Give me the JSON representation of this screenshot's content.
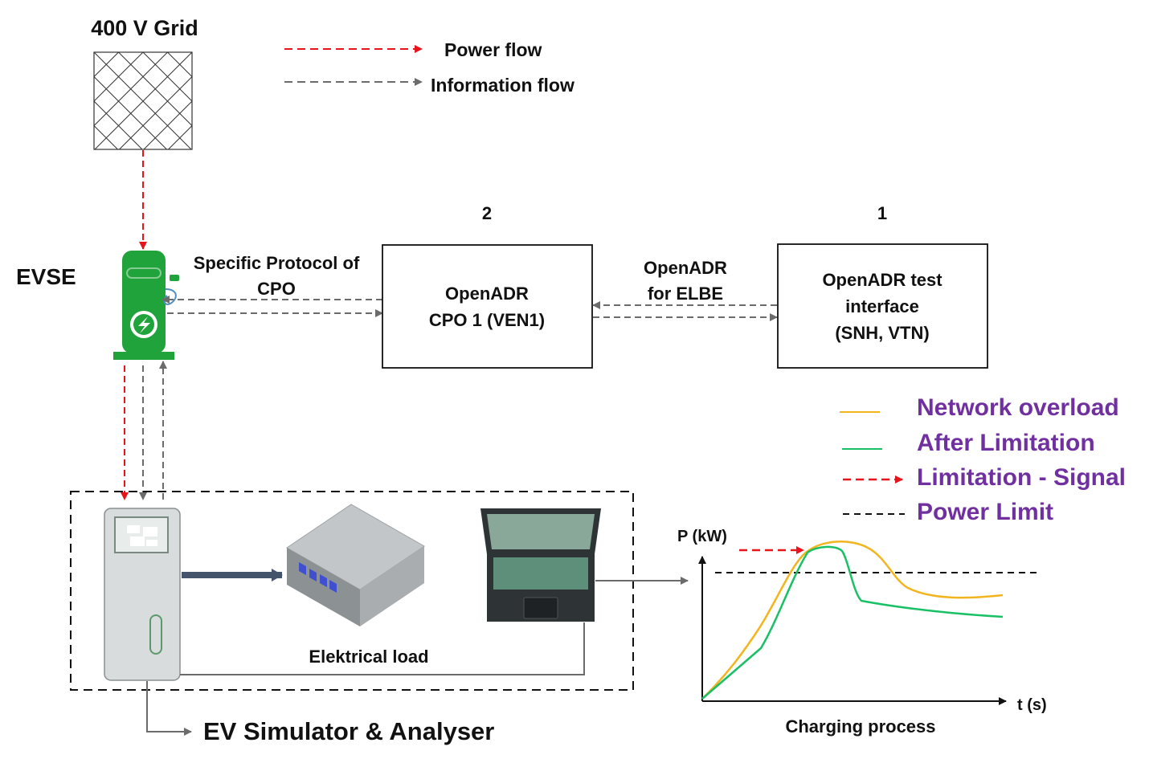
{
  "grid": {
    "title": "400 V Grid"
  },
  "legend_top": {
    "power_flow": "Power flow",
    "information_flow": "Information flow",
    "power_color": "#e8131b",
    "info_color": "#6b6b6b"
  },
  "evse": {
    "label": "EVSE",
    "protocol_line1": "Specific Protocol of",
    "protocol_line2": "CPO",
    "color": "#1fa33a"
  },
  "box_cpo": {
    "number": "2",
    "line1": "OpenADR",
    "line2": "CPO 1 (VEN1)"
  },
  "link_openadr": {
    "line1": "OpenADR",
    "line2": "for ELBE"
  },
  "box_test": {
    "number": "1",
    "line1": "OpenADR test",
    "line2": "interface",
    "line3": "(SNH, VTN)"
  },
  "legend_chart": {
    "network_overload": "Network overload",
    "after_limitation": "After Limitation",
    "limitation_signal": "Limitation - Signal",
    "power_limit": "Power Limit",
    "network_overload_color": "#f2b51d",
    "after_limitation_color": "#19c065",
    "text_color": "#7030a0"
  },
  "simulator": {
    "electrical_load": "Elektrical load",
    "title": "EV Simulator & Analyser"
  },
  "chart": {
    "ylabel": "P (kW)",
    "xlabel": "t (s)",
    "caption": "Charging process"
  }
}
